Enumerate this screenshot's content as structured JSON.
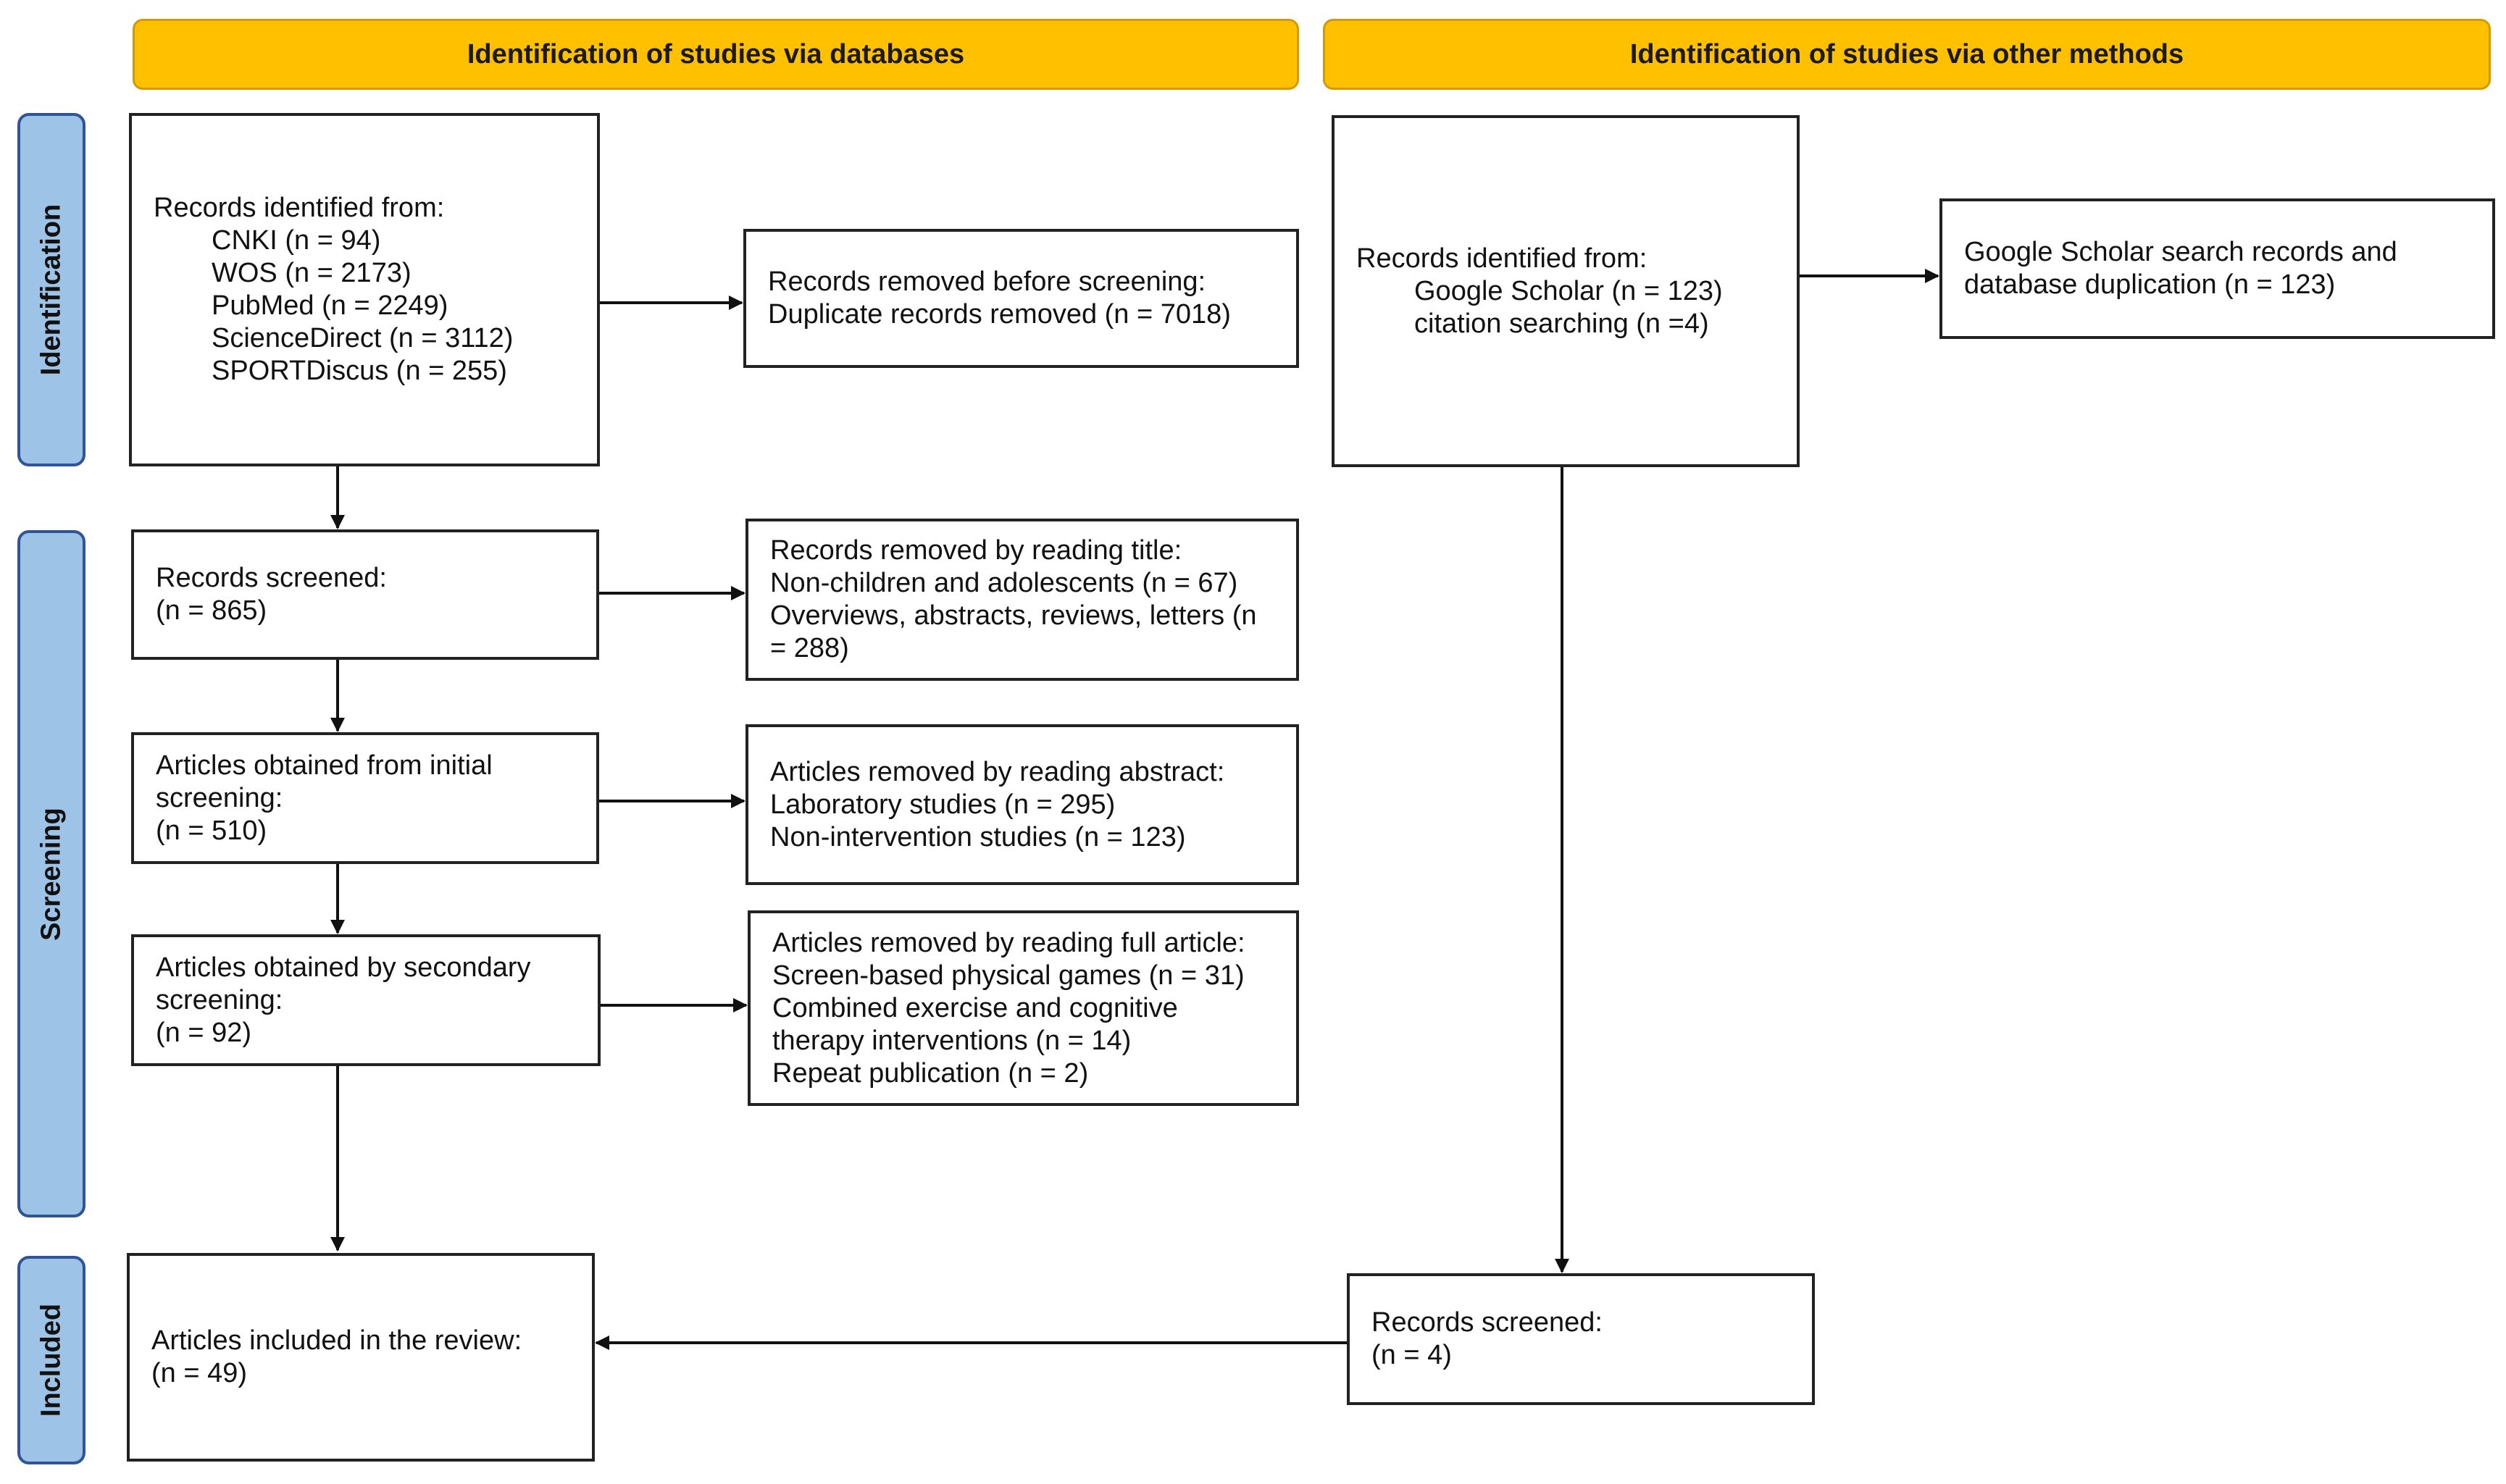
{
  "headers": {
    "databases": "Identification of studies via databases",
    "other": "Identification of studies via other methods"
  },
  "stages": {
    "identification": "Identification",
    "screening": "Screening",
    "included": "Included"
  },
  "db": {
    "identified": {
      "title": "Records identified from:",
      "items": [
        "CNKI (n =  94)",
        "WOS (n = 2173)",
        "PubMed (n = 2249)",
        "ScienceDirect (n = 3112)",
        "SPORTDiscus (n = 255)"
      ]
    },
    "removed_before": {
      "title": "Records removed before screening:",
      "line1": "Duplicate records removed (n = 7018)"
    },
    "screened": {
      "title": "Records screened:",
      "count": "(n = 865)"
    },
    "removed_title": {
      "title": "Records removed by reading title:",
      "line1": "Non-children and adolescents (n = 67)",
      "line2": "Overviews, abstracts, reviews, letters (n",
      "line3": "= 288)"
    },
    "initial": {
      "line1": "Articles obtained from initial",
      "line2": "screening:",
      "count": "(n = 510)"
    },
    "removed_abstract": {
      "title": "Articles removed by reading abstract:",
      "line1": "Laboratory studies (n = 295)",
      "line2": "Non-intervention studies (n = 123)"
    },
    "secondary": {
      "line1": "Articles obtained by secondary",
      "line2": "screening:",
      "count": "(n = 92)"
    },
    "removed_full": {
      "title": "Articles removed by reading full article:",
      "line1": "Screen-based physical games (n = 31)",
      "line2": "Combined exercise and cognitive",
      "line3": "therapy interventions (n = 14)",
      "line4": "Repeat publication (n = 2)"
    },
    "included": {
      "title": "Articles included in the review:",
      "count": "(n = 49)"
    }
  },
  "other": {
    "identified": {
      "title": "Records identified from:",
      "items": [
        "Google Scholar (n = 123)",
        "citation searching (n =4)"
      ]
    },
    "removed": {
      "line1": "Google Scholar search records and",
      "line2": "database duplication (n = 123)"
    },
    "screened": {
      "title": "Records screened:",
      "count": "(n = 4)"
    }
  },
  "colors": {
    "header_fill": "#FFC000",
    "stage_fill": "#9DC3E6",
    "stage_border": "#2F5597",
    "line": "#111111"
  }
}
